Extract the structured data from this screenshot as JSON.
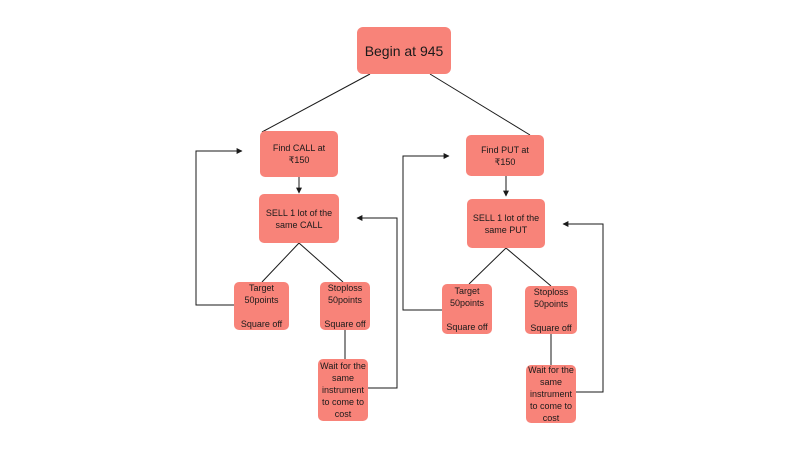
{
  "diagram": {
    "root": "Begin at 945",
    "call_branch": {
      "find": "Find CALL at\n₹150",
      "sell": "SELL 1 lot of the\nsame CALL",
      "target": "Target\n50points\n\nSquare off",
      "stoploss": "Stoploss\n50points\n\nSquare off",
      "wait": "Wait for the\nsame\ninstrument\nto come to\ncost"
    },
    "put_branch": {
      "find": "Find PUT at\n₹150",
      "sell": "SELL 1 lot of the\nsame PUT",
      "target": "Target\n50points\n\nSquare off",
      "stoploss": "Stoploss\n50points\n\nSquare off",
      "wait": "Wait for the\nsame\ninstrument\nto come to\ncost"
    },
    "colors": {
      "node_fill": "#f88379",
      "line": "#1a1a1a"
    }
  }
}
